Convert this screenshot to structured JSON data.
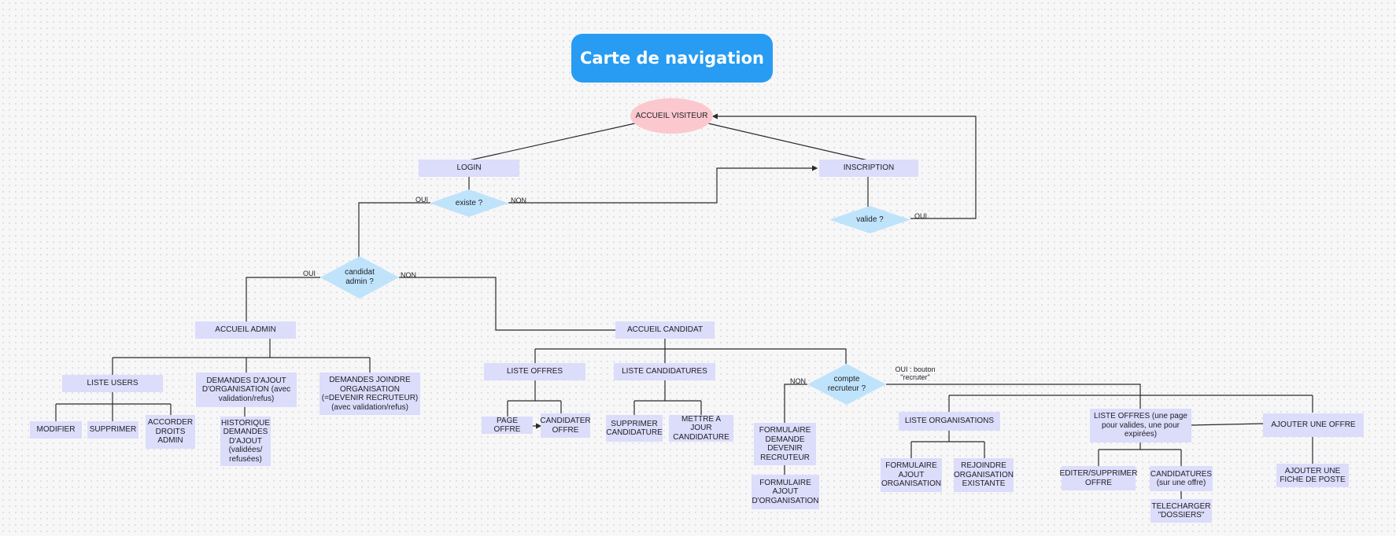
{
  "title": "Carte de navigation",
  "colors": {
    "title_bg": "#279cf2",
    "node_fill": "#dcdcfb",
    "start_fill": "#fcc8cf",
    "decision_fill": "#bfe3fb",
    "line": "#2a2a2a"
  },
  "nodes": {
    "accueil_visiteur": "ACCUEIL VISITEUR",
    "login": "LOGIN",
    "inscription": "INSCRIPTION",
    "existe": "existe ?",
    "valide": "valide ?",
    "candidat_admin": "candidat admin ?",
    "accueil_admin": "ACCUEIL ADMIN",
    "accueil_candidat": "ACCUEIL CANDIDAT",
    "liste_users": "LISTE USERS",
    "modifier": "MODIFIER",
    "supprimer": "SUPPRIMER",
    "accorder_droits": "ACCORDER DROITS ADMIN",
    "demandes_ajout": "DEMANDES D'AJOUT D'ORGANISATION (avec validation/refus)",
    "historique": "HISTORIQUE DEMANDES D'AJOUT (validées/ refusées)",
    "demandes_joindre": "DEMANDES JOINDRE ORGANISATION (=DEVENIR RECRUTEUR) (avec validation/refus)",
    "liste_offres": "LISTE OFFRES",
    "page_offre": "PAGE OFFRE",
    "candidater_offre": "CANDIDATER OFFRE",
    "liste_candidatures": "LISTE CANDIDATURES",
    "supprimer_candidature": "SUPPRIMER CANDIDATURE",
    "maj_candidature": "METTRE A JOUR CANDIDATURE",
    "compte_recruteur": "compte recruteur ?",
    "formulaire_devenir": "FORMULAIRE DEMANDE DEVENIR RECRUTEUR",
    "formulaire_ajout_org": "FORMULAIRE AJOUT D'ORGANISATION",
    "liste_organisations": "LISTE ORGANISATIONS",
    "formulaire_ajout_organisation": "FORMULAIRE AJOUT ORGANISATION",
    "rejoindre_org": "REJOINDRE ORGANISATION EXISTANTE",
    "liste_offres_recruteur": "LISTE OFFRES (une page pour valides, une pour expirées)",
    "editer_supprimer_offre": "EDITER/SUPPRIMER OFFRE",
    "candidatures_offre": "CANDIDATURES (sur une offre)",
    "telecharger": "TELECHARGER \"DOSSIERS\"",
    "ajouter_offre": "AJOUTER UNE OFFRE",
    "ajouter_fiche": "AJOUTER UNE FICHE DE POSTE"
  },
  "labels": {
    "oui_existe": "OUI",
    "non_existe": "NON",
    "oui_valide": "OUI",
    "oui_admin": "OUI",
    "non_admin": "NON",
    "non_recruteur": "NON",
    "oui_recruteur": "OUI : bouton \"recruter\""
  }
}
